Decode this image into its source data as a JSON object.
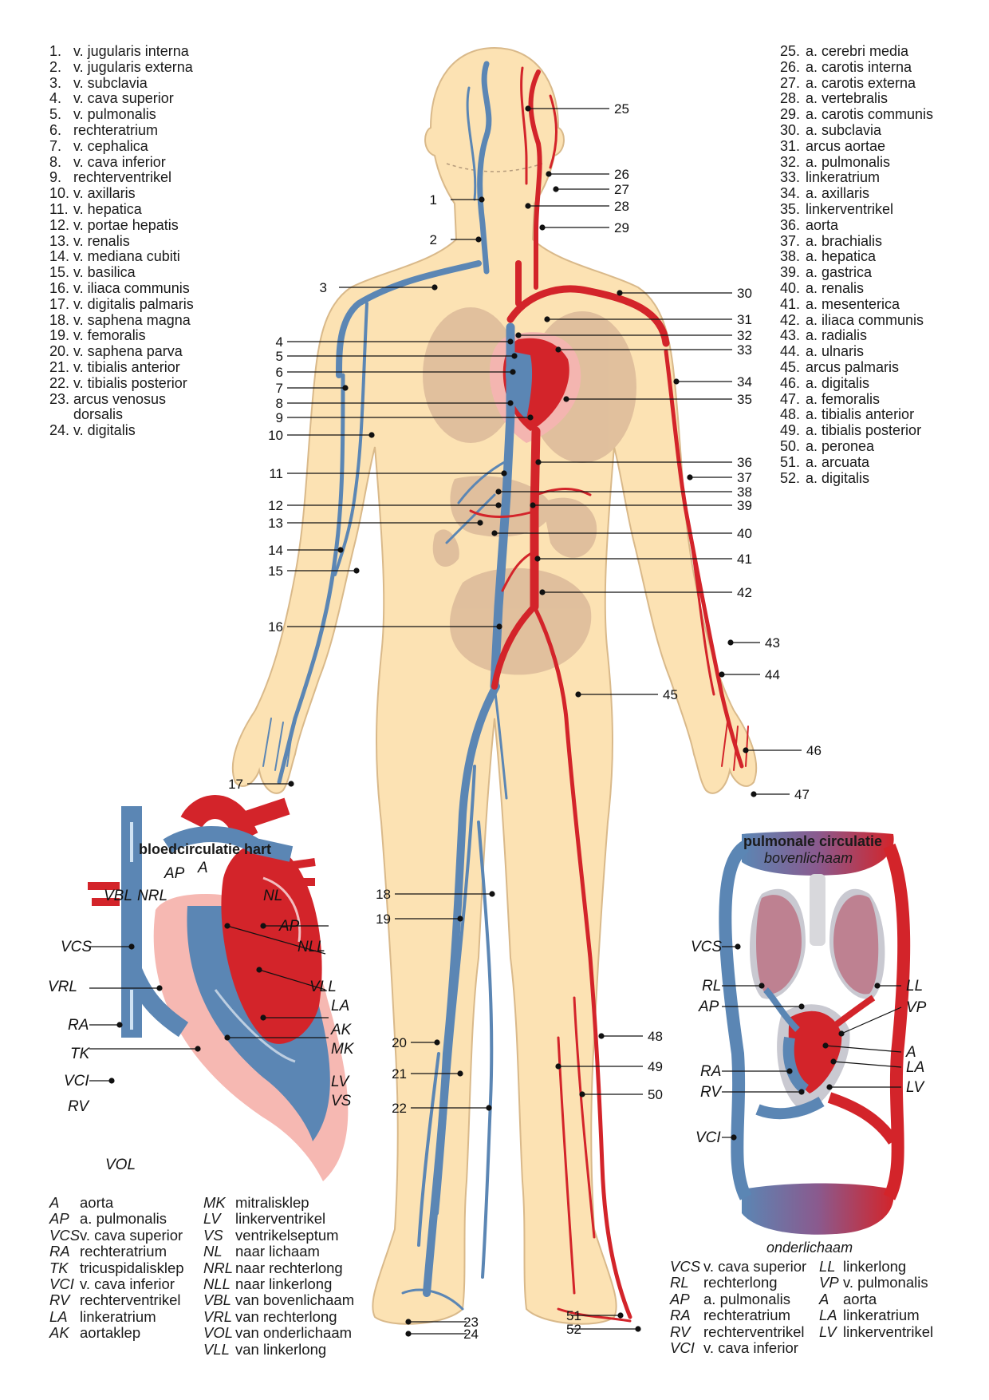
{
  "legend_left": [
    {
      "n": "1.",
      "t": "v. jugularis interna"
    },
    {
      "n": "2.",
      "t": "v. jugularis externa"
    },
    {
      "n": "3.",
      "t": "v. subclavia"
    },
    {
      "n": "4.",
      "t": "v. cava superior"
    },
    {
      "n": "5.",
      "t": "v. pulmonalis"
    },
    {
      "n": "6.",
      "t": "rechteratrium"
    },
    {
      "n": "7.",
      "t": "v. cephalica"
    },
    {
      "n": "8.",
      "t": "v. cava inferior"
    },
    {
      "n": "9.",
      "t": "rechterventrikel"
    },
    {
      "n": "10.",
      "t": "v. axillaris"
    },
    {
      "n": "11.",
      "t": "v. hepatica"
    },
    {
      "n": "12.",
      "t": "v. portae hepatis"
    },
    {
      "n": "13.",
      "t": "v. renalis"
    },
    {
      "n": "14.",
      "t": "v. mediana cubiti"
    },
    {
      "n": "15.",
      "t": "v. basilica"
    },
    {
      "n": "16.",
      "t": "v. iliaca communis"
    },
    {
      "n": "17.",
      "t": "v. digitalis palmaris"
    },
    {
      "n": "18.",
      "t": "v. saphena magna"
    },
    {
      "n": "19.",
      "t": "v. femoralis"
    },
    {
      "n": "20.",
      "t": "v. saphena parva"
    },
    {
      "n": "21.",
      "t": "v. tibialis anterior"
    },
    {
      "n": "22.",
      "t": "v. tibialis posterior"
    },
    {
      "n": "23.",
      "t": "arcus venosus"
    },
    {
      "n": "",
      "t": "dorsalis"
    },
    {
      "n": "24.",
      "t": "v. digitalis"
    }
  ],
  "legend_right": [
    {
      "n": "25.",
      "t": "a. cerebri media"
    },
    {
      "n": "26.",
      "t": "a. carotis interna"
    },
    {
      "n": "27.",
      "t": "a. carotis externa"
    },
    {
      "n": "28.",
      "t": "a. vertebralis"
    },
    {
      "n": "29.",
      "t": "a. carotis communis"
    },
    {
      "n": "30.",
      "t": "a. subclavia"
    },
    {
      "n": "31.",
      "t": "arcus aortae"
    },
    {
      "n": "32.",
      "t": "a. pulmonalis"
    },
    {
      "n": "33.",
      "t": "linkeratrium"
    },
    {
      "n": "34.",
      "t": "a. axillaris"
    },
    {
      "n": "35.",
      "t": "linkerventrikel"
    },
    {
      "n": "36.",
      "t": "aorta"
    },
    {
      "n": "37.",
      "t": "a. brachialis"
    },
    {
      "n": "38.",
      "t": "a. hepatica"
    },
    {
      "n": "39.",
      "t": "a. gastrica"
    },
    {
      "n": "40.",
      "t": "a. renalis"
    },
    {
      "n": "41.",
      "t": "a. mesenterica"
    },
    {
      "n": "42.",
      "t": "a. iliaca communis"
    },
    {
      "n": "43.",
      "t": "a. radialis"
    },
    {
      "n": "44.",
      "t": "a. ulnaris"
    },
    {
      "n": "45.",
      "t": "arcus palmaris"
    },
    {
      "n": "46.",
      "t": "a. digitalis"
    },
    {
      "n": "47.",
      "t": "a. femoralis"
    },
    {
      "n": "48.",
      "t": "a. tibialis anterior"
    },
    {
      "n": "49.",
      "t": "a. tibialis posterior"
    },
    {
      "n": "50.",
      "t": "a. peronea"
    },
    {
      "n": "51.",
      "t": "a. arcuata"
    },
    {
      "n": "52.",
      "t": "a. digitalis"
    }
  ],
  "body_labels": [
    "1",
    "2",
    "3",
    "4",
    "5",
    "6",
    "7",
    "8",
    "9",
    "10",
    "11",
    "12",
    "13",
    "14",
    "15",
    "16",
    "17",
    "18",
    "19",
    "20",
    "21",
    "22",
    "23",
    "24",
    "25",
    "26",
    "27",
    "28",
    "29",
    "30",
    "31",
    "32",
    "33",
    "34",
    "35",
    "36",
    "37",
    "38",
    "39",
    "40",
    "41",
    "42",
    "43",
    "44",
    "45",
    "46",
    "47",
    "48",
    "49",
    "50",
    "51",
    "52"
  ],
  "heart": {
    "title": "bloedcirculatie hart",
    "labels": [
      "AP",
      "A",
      "VBL",
      "NRL",
      "NL",
      "AP",
      "VCS",
      "NLL",
      "VRL",
      "VLL",
      "LA",
      "AK",
      "RA",
      "MK",
      "TK",
      "LV",
      "VCI",
      "VS",
      "RV",
      "VOL"
    ],
    "legend_col1": [
      {
        "k": "A",
        "v": "aorta"
      },
      {
        "k": "AP",
        "v": "a. pulmonalis"
      },
      {
        "k": "VCS",
        "v": "v. cava superior"
      },
      {
        "k": "RA",
        "v": "rechteratrium"
      },
      {
        "k": "TK",
        "v": "tricuspidalisklep"
      },
      {
        "k": "VCI",
        "v": "v. cava inferior"
      },
      {
        "k": "RV",
        "v": "rechterventrikel"
      },
      {
        "k": "LA",
        "v": "linkeratrium"
      },
      {
        "k": "AK",
        "v": "aortaklep"
      }
    ],
    "legend_col2": [
      {
        "k": "MK",
        "v": "mitralisklep"
      },
      {
        "k": "LV",
        "v": "linkerventrikel"
      },
      {
        "k": "VS",
        "v": "ventrikelseptum"
      },
      {
        "k": "NL",
        "v": "naar lichaam"
      },
      {
        "k": "NRL",
        "v": "naar rechterlong"
      },
      {
        "k": "NLL",
        "v": "naar linkerlong"
      },
      {
        "k": "VBL",
        "v": "van bovenlichaam"
      },
      {
        "k": "VRL",
        "v": "van rechterlong"
      },
      {
        "k": "VOL",
        "v": "van onderlichaam"
      },
      {
        "k": "VLL",
        "v": "van linkerlong"
      }
    ]
  },
  "pulmonary": {
    "title": "pulmonale circulatie",
    "top": "bovenlichaam",
    "bottom": "onderlichaam",
    "labels": [
      "VCS",
      "RL",
      "LL",
      "AP",
      "VP",
      "A",
      "LA",
      "RA",
      "LV",
      "RV",
      "VCI"
    ],
    "legend_col1": [
      {
        "k": "VCS",
        "v": "v. cava superior"
      },
      {
        "k": "RL",
        "v": "rechterlong"
      },
      {
        "k": "AP",
        "v": "a. pulmonalis"
      },
      {
        "k": "RA",
        "v": "rechteratrium"
      },
      {
        "k": "RV",
        "v": "rechterventrikel"
      },
      {
        "k": "VCI",
        "v": "v. cava inferior"
      }
    ],
    "legend_col2": [
      {
        "k": "LL",
        "v": "linkerlong"
      },
      {
        "k": "VP",
        "v": "v. pulmonalis"
      },
      {
        "k": "A",
        "v": "aorta"
      },
      {
        "k": "LA",
        "v": "linkeratrium"
      },
      {
        "k": "LV",
        "v": "linkerventrikel"
      }
    ]
  },
  "colors": {
    "skin": "#fce2b3",
    "skin_edge": "#d9b98a",
    "vein": "#5b86b4",
    "artery": "#d3242a",
    "organ": "#dfbe9c",
    "heart_pink": "#f4b5b0"
  }
}
